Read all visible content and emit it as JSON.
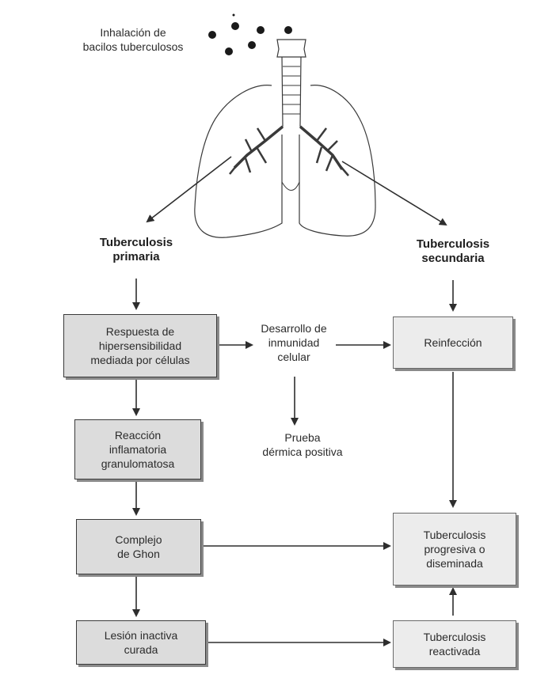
{
  "header": {
    "line1": "Inhalación de",
    "line2": "bacilos tuberculosos"
  },
  "branches": {
    "primary": [
      "Tuberculosis",
      "primaria"
    ],
    "secondary": [
      "Tuberculosis",
      "secundaria"
    ]
  },
  "boxes": {
    "hypersensitivity": [
      "Respuesta de",
      "hipersensibilidad",
      "mediada por células"
    ],
    "inflammatory": [
      "Reacción",
      "inflamatoria",
      "granulomatosa"
    ],
    "ghon": [
      "Complejo",
      "de Ghon"
    ],
    "inactive": [
      "Lesión inactiva",
      "curada"
    ],
    "reinfection": [
      "Reinfección"
    ],
    "progressive": [
      "Tuberculosis",
      "progresiva o",
      "diseminada"
    ],
    "reactivated": [
      "Tuberculosis",
      "reactivada"
    ]
  },
  "labels": {
    "immunity": [
      "Desarrollo de",
      "inmunidad",
      "celular"
    ],
    "skin_test": [
      "Prueba",
      "dérmica positiva"
    ]
  },
  "colors": {
    "box_fill": "#dcdcdc",
    "box_fill_light": "#ececec",
    "line": "#2e2e2e"
  }
}
